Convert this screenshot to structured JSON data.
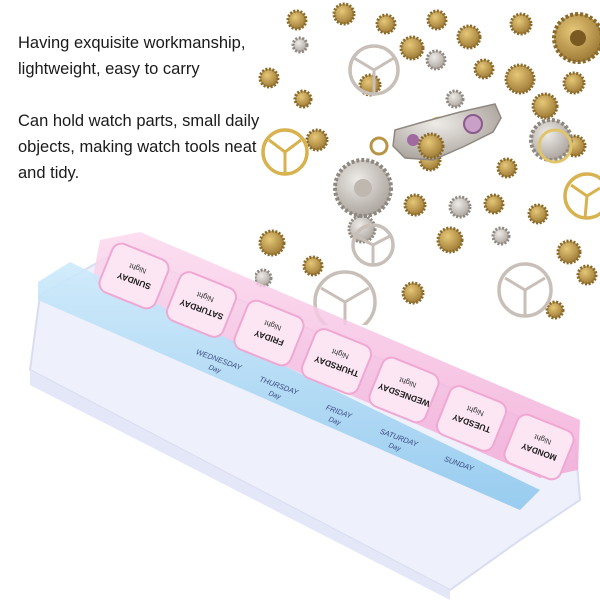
{
  "copy": {
    "line1": "Having exquisite workmanship, lightweight, easy to carry",
    "line2": "Can hold watch parts, small daily objects, making watch tools neat and tidy."
  },
  "organizer": {
    "night_label": "Night",
    "day_label": "Day",
    "compartments": [
      "SUNDAY",
      "SATURDAY",
      "FRIDAY",
      "THURSDAY",
      "WEDNESDAY",
      "TUESDAY",
      "MONDAY"
    ],
    "lid_labels": [
      "WEDNESDAY",
      "THURSDAY",
      "FRIDAY",
      "SATURDAY",
      "SUNDAY"
    ],
    "colors": {
      "pink": "#f4b6dc",
      "blue": "#9fd3f2",
      "body": "#eef0fb"
    }
  },
  "parts": {
    "description_icons": [
      "gear-icon",
      "balance-wheel-icon",
      "movement-bridge-icon"
    ],
    "colors": {
      "gold": "#b89445",
      "silver": "#c9c3bd"
    }
  }
}
